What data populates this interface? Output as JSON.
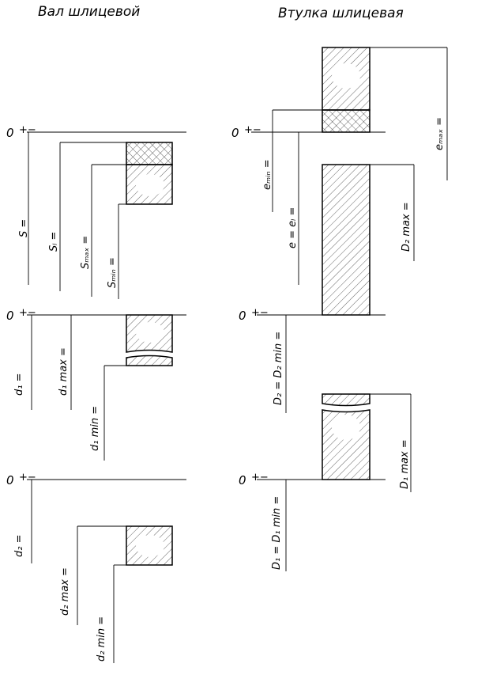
{
  "titles": {
    "shaft": "Вал шлицевой",
    "bushing": "Втулка шлицевая"
  },
  "zero_mark": "0",
  "plus_minus": "+−",
  "shaft": {
    "s_group": [
      "S =",
      "Sₗ =",
      "Sₘₐₓ =",
      "Sₘᵢₙ ="
    ],
    "d_group": [
      "d₁ =",
      "d₁ max =",
      "d₁ min ="
    ],
    "d2_group": [
      "d₂ =",
      "d₂ max =",
      "d₂ min ="
    ]
  },
  "bushing": {
    "e_group": [
      "eₘᵢₙ =",
      "e = eₗ =",
      "D₂ max =",
      "eₘₐₓ ="
    ],
    "d_group": [
      "D₂ = D₂ min ="
    ],
    "d1_group": [
      "D₁ = D₁ min =",
      "D₁ max ="
    ]
  },
  "colors": {
    "line": "#000000",
    "background": "#ffffff"
  }
}
